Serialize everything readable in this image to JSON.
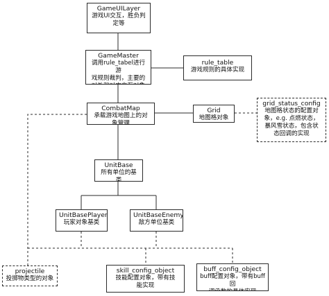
{
  "diagram": {
    "nodes": {
      "gameuilayer": {
        "title": "GameUILayer",
        "desc": "游戏UI交互，胜负判\n定等"
      },
      "gamemaster": {
        "title": "GameMaster",
        "desc": "调用rule_tabel进行游\n戏规则裁判，主要的\n对外和对内交互对象"
      },
      "rule_table": {
        "title": "rule_table",
        "desc": "游戏规则的具体实现"
      },
      "combatmap": {
        "title": "CombatMap",
        "desc": "承载游戏地图上的对\n象管理"
      },
      "grid": {
        "title": "Grid",
        "desc": "地图格对象"
      },
      "grid_status_config": {
        "title": "grid_status_config",
        "desc": "地图格状态的配置对\n象，e.g. 点燃状态，\n暴风雪状态，包含状\n态回调的实现"
      },
      "unitbase": {
        "title": "UnitBase",
        "desc": "所有单位的基类"
      },
      "unitbaseplayer": {
        "title": "UnitBasePlayer",
        "desc": "玩家对象基类"
      },
      "unitbaseenemy": {
        "title": "UnitBaseEnemy",
        "desc": "敌方单位基类"
      },
      "projectile": {
        "title": "projectile",
        "desc": "投掷物类型的对象"
      },
      "skill_config_object": {
        "title": "skill_config_object",
        "desc": "技能配置对象，带有技\n能实现"
      },
      "buff_config_object": {
        "title": "buff_config_object",
        "desc": "buff配置对象，带有buff回\n调函数的具体实现"
      }
    }
  }
}
